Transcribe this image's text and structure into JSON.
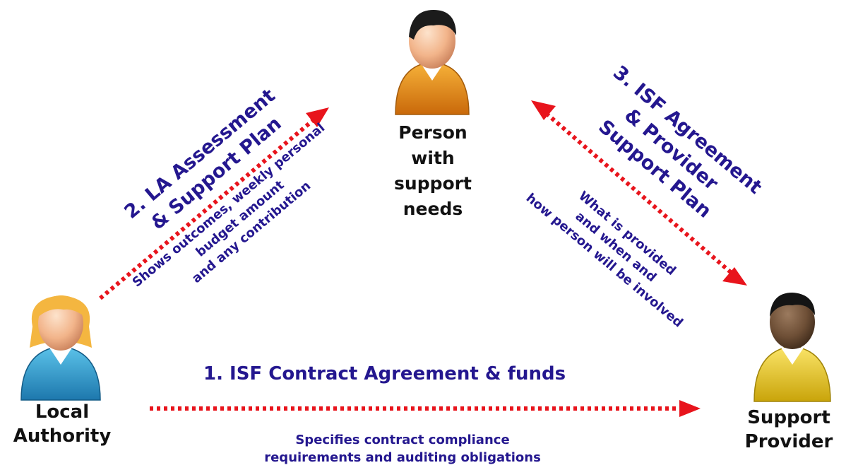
{
  "people": {
    "center": {
      "line1": "Person",
      "line2": "with",
      "line3": "support",
      "line4": "needs"
    },
    "left": {
      "line1": "Local",
      "line2": "Authority"
    },
    "right": {
      "line1": "Support",
      "line2": "Provider"
    }
  },
  "relationships": {
    "contract": {
      "title": "1. ISF Contract Agreement & funds",
      "detail1": "Specifies contract compliance",
      "detail2": "requirements and auditing obligations"
    },
    "assessment": {
      "title1": "2. LA Assessment",
      "title2": "& Support Plan",
      "detail1": "Shows outcomes, weekly personal",
      "detail2": "budget amount",
      "detail3": "and any contribution"
    },
    "agreement": {
      "title1": "3. ISF Agreement",
      "title2": "& Provider",
      "title3": "Support Plan",
      "detail1": "What is provided",
      "detail2": "and when and",
      "detail3": "how person will be involved"
    }
  },
  "colors": {
    "arrow": "#e8141c",
    "text_blue": "#24178f",
    "person_center": "#e8890f",
    "person_left": "#2a9ad0",
    "person_right": "#e6c21a"
  }
}
